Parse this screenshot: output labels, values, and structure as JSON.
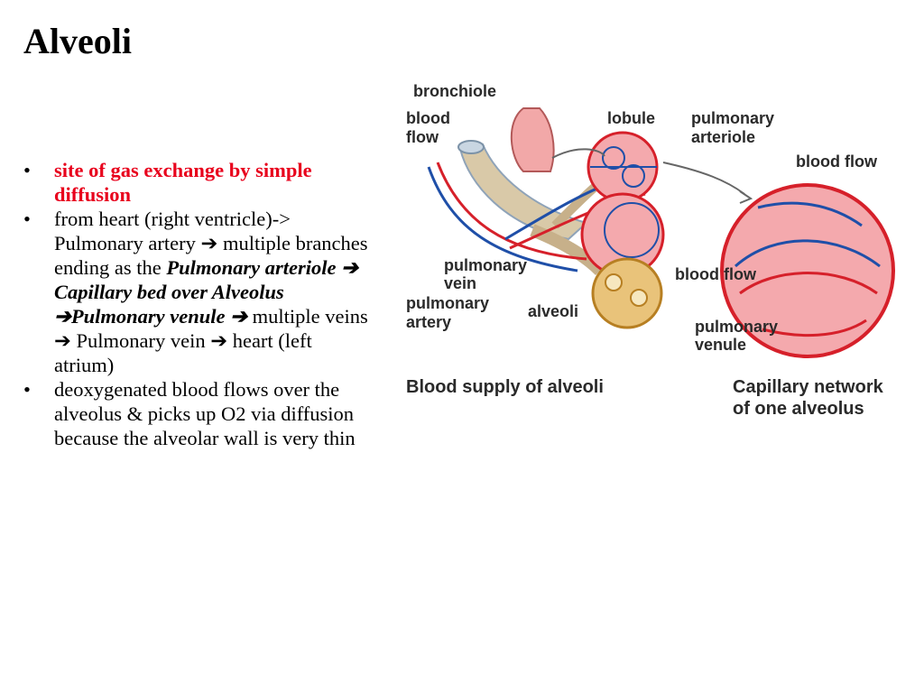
{
  "slide": {
    "title": "Alveoli",
    "bullets": {
      "b1": "site of gas exchange by simple diffusion",
      "b2": {
        "t1": "from heart (right ventricle)-> Pulmonary artery ",
        "arrow": "➔",
        "t2": " multiple branches ending as the ",
        "e1": "Pulmonary arteriole ",
        "e2": " Capillary bed over Alveolus ",
        "e3": "Pulmonary venule ",
        "t3": " multiple veins ",
        "t4": " Pulmonary vein ",
        "t5": " heart (left atrium)"
      },
      "b3": "deoxygenated blood flows over the alveolus & picks up O2 via diffusion because the alveolar wall is very thin"
    }
  },
  "figure": {
    "labels": {
      "bronchiole": "bronchiole",
      "blood": "blood",
      "flow": "flow",
      "lobule": "lobule",
      "pulmonary": "pulmonary",
      "arteriole": "arteriole",
      "blood_flow": "blood flow",
      "vein": "vein",
      "artery": "artery",
      "alveoli": "alveoli",
      "venule": "venule"
    },
    "captions": {
      "left": "Blood supply of alveoli",
      "right_1": "Capillary network",
      "right_2": "of one alveolus"
    },
    "colors": {
      "artery_blue": "#1f4fa8",
      "vein_red": "#d6202a",
      "alveolus_pink": "#f4a9ad",
      "bronchiole_tan": "#d9c9a8",
      "highlight_red": "#e8001c"
    }
  }
}
